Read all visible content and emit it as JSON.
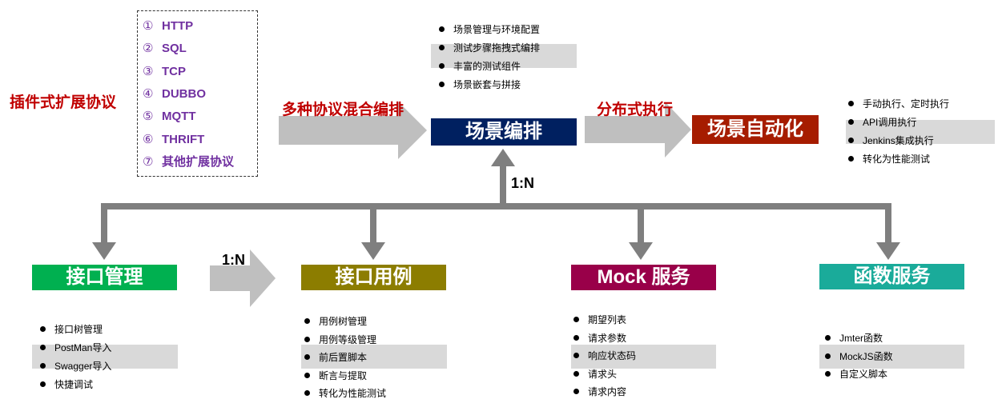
{
  "plugin_label": "插件式扩展协议",
  "protocols": [
    {
      "num": "①",
      "name": "HTTP"
    },
    {
      "num": "②",
      "name": "SQL"
    },
    {
      "num": "③",
      "name": "TCP"
    },
    {
      "num": "④",
      "name": "DUBBO"
    },
    {
      "num": "⑤",
      "name": "MQTT"
    },
    {
      "num": "⑥",
      "name": "THRIFT"
    },
    {
      "num": "⑦",
      "name": "其他扩展协议"
    }
  ],
  "mixed_label": "多种协议混合编排",
  "distributed_label": "分布式执行",
  "scene_orchestration": {
    "title": "场景编排",
    "items": [
      "场景管理与环境配置",
      "测试步骤拖拽式编排",
      "丰富的测试组件",
      "场景嵌套与拼接"
    ]
  },
  "scene_automation": {
    "title": "场景自动化",
    "items": [
      "手动执行、定时执行",
      "API调用执行",
      "Jenkins集成执行",
      "转化为性能测试"
    ]
  },
  "ratio_top": "1:N",
  "ratio_mid": "1:N",
  "api_management": {
    "title": "接口管理",
    "items": [
      "接口树管理",
      "PostMan导入",
      "Swagger导入",
      "快捷调试"
    ]
  },
  "api_case": {
    "title": "接口用例",
    "items": [
      "用例树管理",
      "用例等级管理",
      "前后置脚本",
      "断言与提取",
      "转化为性能测试"
    ]
  },
  "mock_service": {
    "title": "Mock 服务",
    "items": [
      "期望列表",
      "请求参数",
      "响应状态码",
      "请求头",
      "请求内容"
    ]
  },
  "function_service": {
    "title": "函数服务",
    "items": [
      "Jmter函数",
      "MockJS函数",
      "自定义脚本"
    ]
  },
  "colors": {
    "scene_orchestration": "#002060",
    "scene_automation": "#a61c00",
    "api_management": "#00b050",
    "api_case": "#8c7d00",
    "mock_service": "#990049",
    "function_service": "#1aab9a",
    "connector": "#7f7f7f",
    "arrow_light": "#bfbfbf",
    "protocol_text": "#7030a0",
    "red_label": "#c00000"
  }
}
